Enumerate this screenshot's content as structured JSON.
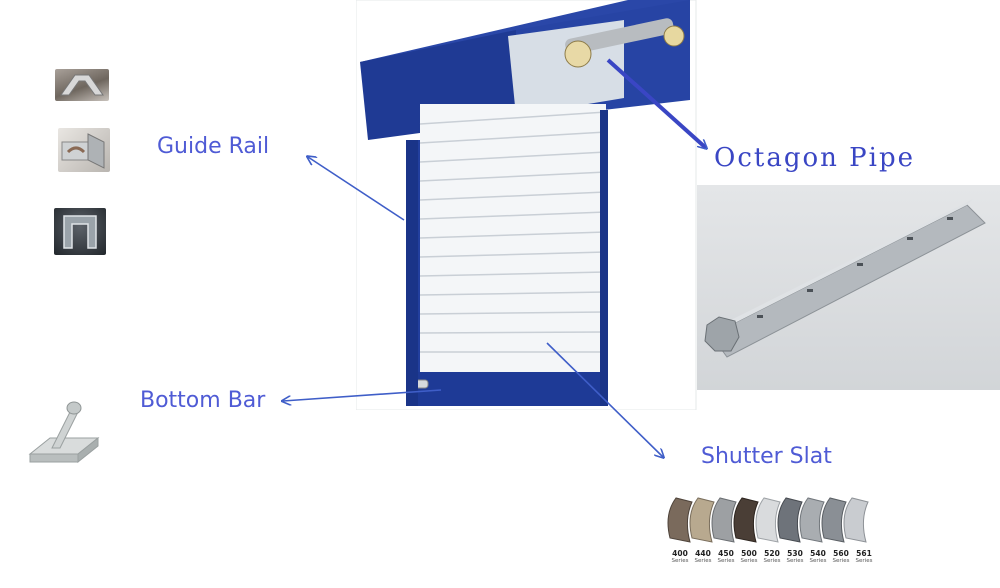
{
  "labels": {
    "guide_rail": "Guide Rail",
    "bottom_bar": "Bottom Bar",
    "octagon_pipe": "Octagon Pipe",
    "shutter_slat": "Shutter Slat"
  },
  "slat_series": [
    {
      "number": "400",
      "unit": "Series"
    },
    {
      "number": "440",
      "unit": "Series"
    },
    {
      "number": "450",
      "unit": "Series"
    },
    {
      "number": "500",
      "unit": "Series"
    },
    {
      "number": "520",
      "unit": "Series"
    },
    {
      "number": "530",
      "unit": "Series"
    },
    {
      "number": "540",
      "unit": "Series"
    },
    {
      "number": "560",
      "unit": "Series"
    },
    {
      "number": "561",
      "unit": "Series"
    }
  ],
  "colors": {
    "label_text": "#4f5bd5",
    "arrow": "#3f5ec8",
    "frame_blue": "#1f3a94",
    "slat_white": "#f4f6f8"
  }
}
